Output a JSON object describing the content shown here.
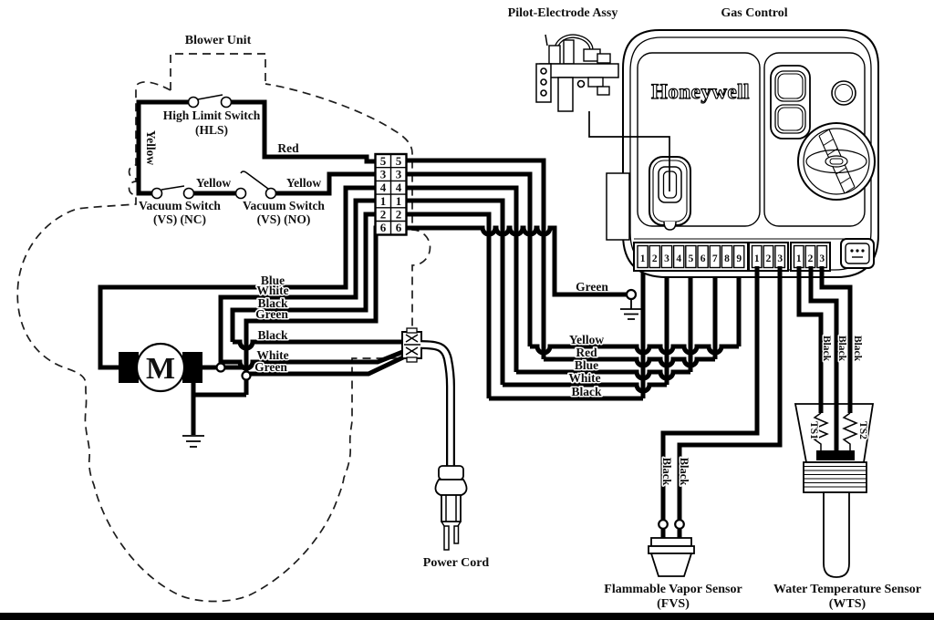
{
  "titles": {
    "blower_unit": "Blower Unit",
    "pilot_electrode": "Pilot-Electrode Assy",
    "gas_control": "Gas Control",
    "brand": "Honeywell",
    "power_cord": "Power Cord",
    "fvs_line1": "Flammable Vapor Sensor",
    "fvs_line2": "(FVS)",
    "wts_line1": "Water Temperature Sensor",
    "wts_line2": "(WTS)"
  },
  "switches": {
    "hls_line1": "High Limit Switch",
    "hls_line2": "(HLS)",
    "vs_nc_line1": "Vacuum Switch",
    "vs_nc_line2": "(VS) (NC)",
    "vs_no_line1": "Vacuum Switch",
    "vs_no_line2": "(VS) (NO)"
  },
  "wire_labels": {
    "yellow_blower": "Yellow",
    "red_blower": "Red",
    "yellow_nc": "Yellow",
    "yellow_no": "Yellow",
    "blue_motor": "Blue",
    "white_motor": "White",
    "black_motor": "Black",
    "green_motor": "Green",
    "black_cord": "Black",
    "white_cord": "White",
    "green_cord": "Green",
    "green_gc": "Green",
    "yellow_gc": "Yellow",
    "red_gc": "Red",
    "blue_gc": "Blue",
    "white_gc": "White",
    "black_gc": "Black",
    "black_fvs_1": "Black",
    "black_fvs_2": "Black",
    "black_wts_1": "Black",
    "black_wts_2": "Black",
    "black_wts_3": "Black",
    "ts1": "TS1",
    "ts2": "TS2"
  },
  "motor": {
    "label": "M"
  },
  "terminal_block": {
    "rows": [
      "5",
      "3",
      "4",
      "1",
      "2",
      "6"
    ]
  },
  "gas_control_terminals": {
    "strip1": [
      "1",
      "2",
      "3",
      "4",
      "5",
      "6",
      "7",
      "8",
      "9"
    ],
    "strip2": [
      "1",
      "2",
      "3"
    ],
    "strip3": [
      "1",
      "2",
      "3"
    ]
  }
}
